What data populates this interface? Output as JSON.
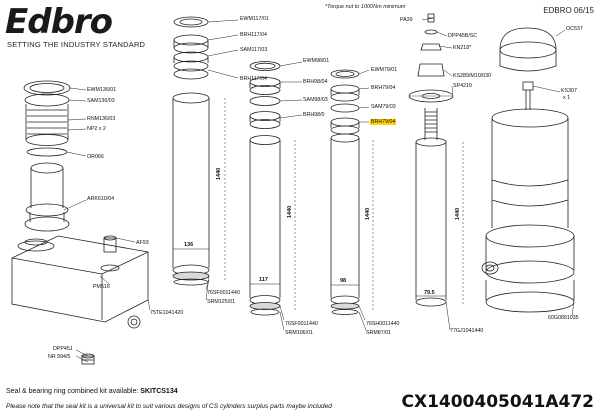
{
  "header": {
    "logo": "Edbro",
    "tagline": "SETTING THE INDUSTRY STANDARD",
    "doc_code": "EDBRO 06/15",
    "torque_note": "*Torque nut to 1000Nm minimum"
  },
  "labels": {
    "ewm117": "EWM117/01",
    "brh117": "BRH117/04",
    "sam117": "SAM117/03",
    "brh117b": "BRH117/04",
    "ewm136": "EWM136/01",
    "sam136": "SAM136/03",
    "rnm136": "RNM136/03",
    "np2": "NP2 x 2",
    "or066": "OR066",
    "ewm98": "EWM98/01",
    "brh98": "BRH98/04",
    "sam98": "SAM98/03",
    "brh98b": "BRH98/0",
    "ewm79": "EWM79/01",
    "brh79": "BRH79/04",
    "sam79": "SAM79/03",
    "brh79b": "BRH79/04",
    "pa39": "PA39",
    "dpp45b": "DPP45B/SC",
    "kn218": "KN218*",
    "ks289": "KS289/M10/030",
    "sp4219": "SP4219",
    "oc537": "OC537",
    "ks307": "KS307",
    "x1": "x 1",
    "ark610": "ARK610/04",
    "af93": "AF93",
    "pm516": "PM516",
    "ste1041420": "75TE1041420",
    "sf001440_1": "76SF0011440",
    "srm125": "SRM125/01",
    "sf001440_2": "76SF0011440",
    "srm106": "SRM106/01",
    "sh001440": "76SH0011440",
    "srm87": "SRM87/01",
    "tj1041440": "77GJ1041440",
    "g0891035": "60G0891035",
    "dpp45j": "DPP45J",
    "nr994": "NR 994/5"
  },
  "dimensions": {
    "d136": "136",
    "h1440_a": "1440",
    "d117": "117",
    "h1440_b": "1440",
    "d98": "98",
    "h1440_c": "1440",
    "d79": "79.5",
    "h1440_d": "1440"
  },
  "footer": {
    "kit_label": "Seal & bearing ring combined kit available:",
    "kit_code": "SKITCS134",
    "disclaimer": "Please note that the seal kit is a universal kit to suit various designs of CS cylinders surplus parts maybe included",
    "part_number": "CX1400405041A472"
  },
  "colors": {
    "line": "#222222",
    "highlight": "#ffd400",
    "shade": "#d9d9d9"
  }
}
